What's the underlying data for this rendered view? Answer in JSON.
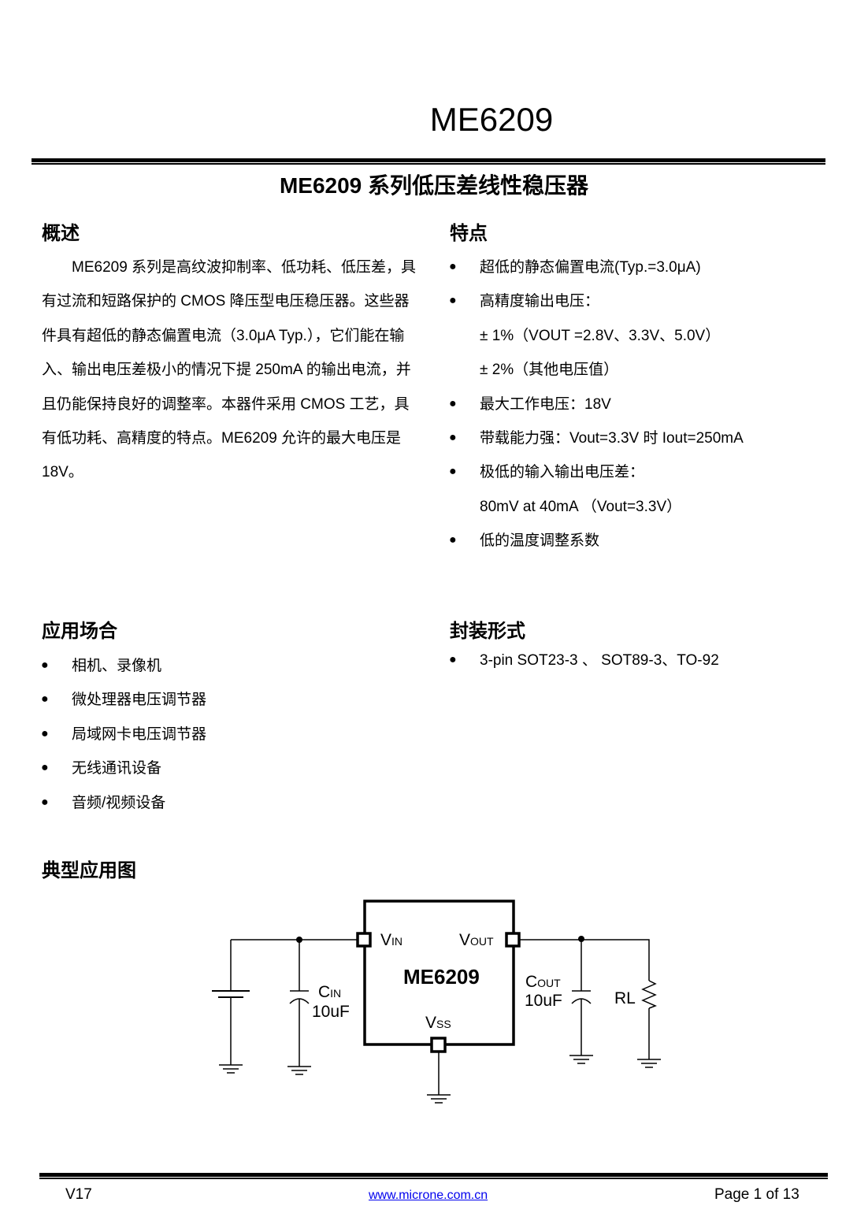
{
  "header": {
    "doc_title": "ME6209"
  },
  "subtitle": "ME6209 系列低压差线性稳压器",
  "overview": {
    "heading": "概述",
    "lines": [
      "ME6209 系列是高纹波抑制率、低功耗、低压差，具",
      "有过流和短路保护的 CMOS 降压型电压稳压器。这些器",
      "件具有超低的静态偏置电流（3.0μA Typ.），它们能在输",
      "入、输出电压差极小的情况下提 250mA 的输出电流，并",
      "且仍能保持良好的调整率。本器件采用 CMOS 工艺，具",
      "有低功耗、高精度的特点。ME6209 允许的最大电压是",
      "18V。"
    ]
  },
  "features": {
    "heading": "特点",
    "items": [
      {
        "bullet": true,
        "text": "超低的静态偏置电流(Typ.=3.0μA)"
      },
      {
        "bullet": true,
        "text": "高精度输出电压："
      },
      {
        "bullet": false,
        "text": "± 1%（VOUT =2.8V、3.3V、5.0V）"
      },
      {
        "bullet": false,
        "text": "± 2%（其他电压值）"
      },
      {
        "bullet": true,
        "text": "最大工作电压：18V"
      },
      {
        "bullet": true,
        "text": "带载能力强：Vout=3.3V 时 Iout=250mA"
      },
      {
        "bullet": true,
        "text": "极低的输入输出电压差："
      },
      {
        "bullet": false,
        "text": "80mV at 40mA （Vout=3.3V）"
      },
      {
        "bullet": true,
        "text": "低的温度调整系数"
      }
    ]
  },
  "applications": {
    "heading": "应用场合",
    "items": [
      "相机、录像机",
      "微处理器电压调节器",
      "局域网卡电压调节器",
      "无线通讯设备",
      "音频/视频设备"
    ]
  },
  "packages": {
    "heading": "封装形式",
    "items": [
      "3-pin SOT23-3 、 SOT89-3、TO-92"
    ]
  },
  "typical_app": {
    "heading": "典型应用图",
    "chip": "ME6209",
    "vin": "V",
    "vin_sub": "IN",
    "vout": "V",
    "vout_sub": "OUT",
    "vss": "V",
    "vss_sub": "SS",
    "cin": "C",
    "cin_sub": "IN",
    "cin_val": "10uF",
    "cout": "C",
    "cout_sub": "OUT",
    "cout_val": "10uF",
    "rl": "RL"
  },
  "footer": {
    "version": "V17",
    "website": "www.microne.com.cn",
    "page": "Page 1 of 13"
  },
  "bullet_glyph": "●"
}
